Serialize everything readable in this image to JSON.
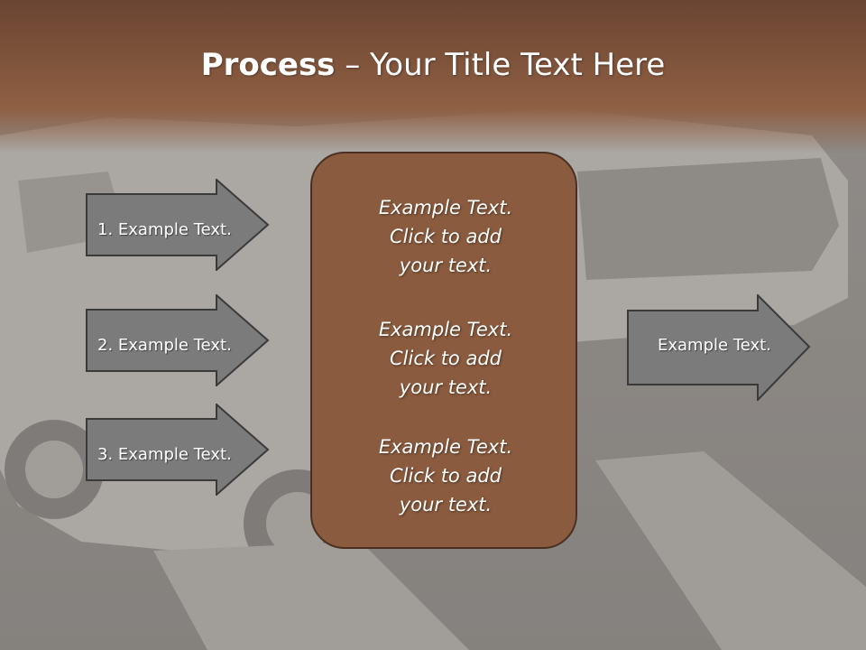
{
  "slide": {
    "title_bold": "Process",
    "title_rest": " – Your Title Text Here",
    "colors": {
      "header": "#7a4f37",
      "box": "#8a5b3e",
      "arrow": "#7b7b7b"
    }
  },
  "left_arrows": [
    {
      "label": "1. Example Text."
    },
    {
      "label": "2. Example Text."
    },
    {
      "label": "3. Example Text."
    }
  ],
  "center_box": {
    "blocks": [
      {
        "lines": [
          "Example Text.",
          "Click  to add",
          "your text."
        ]
      },
      {
        "lines": [
          "Example Text.",
          "Click  to add",
          "your text."
        ]
      },
      {
        "lines": [
          "Example Text.",
          "Click  to add",
          "your text."
        ]
      }
    ]
  },
  "right_arrow": {
    "label": "Example Text."
  }
}
